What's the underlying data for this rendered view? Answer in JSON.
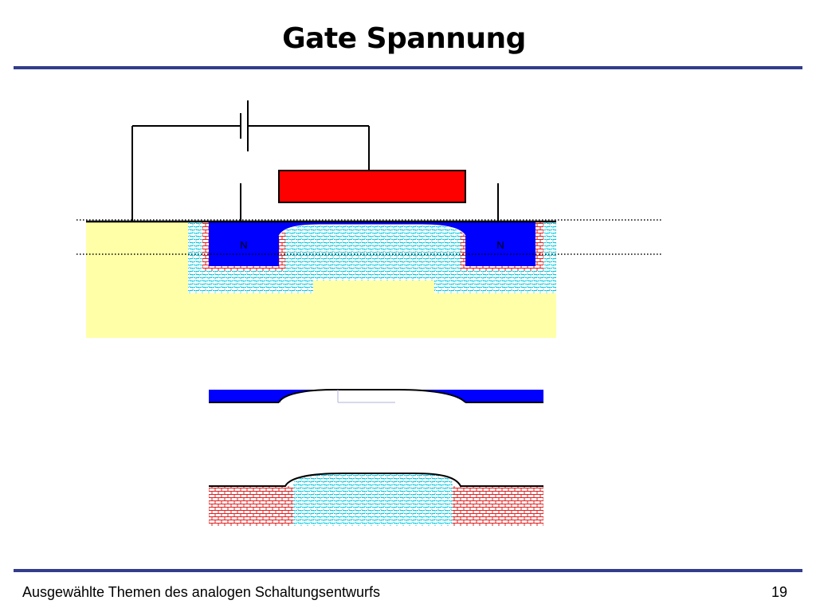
{
  "slide": {
    "title": "Gate Spannung",
    "footer": "Ausgewählte Themen des analogen Schaltungsentwurfs",
    "page_number": "19"
  },
  "diagram": {
    "source_label": "N",
    "drain_label": "N"
  },
  "colors": {
    "rule": "#333c8c",
    "gate": "#ff0000",
    "n_region": "#0000ff",
    "substrate": "#ffffa8",
    "depletion": "#00c8e0",
    "p_doping": "#e02020"
  }
}
